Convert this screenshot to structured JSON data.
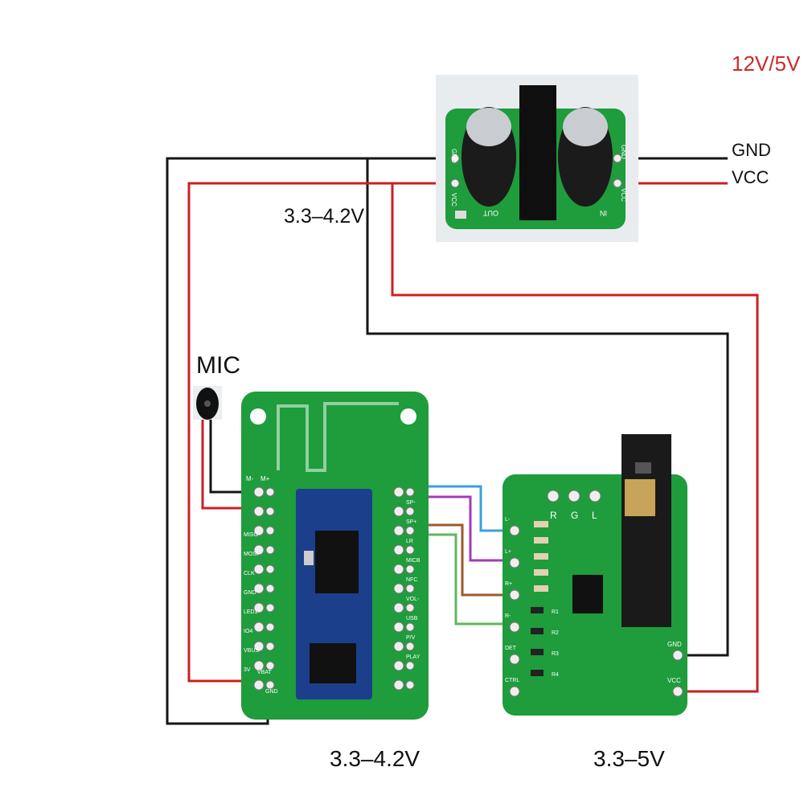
{
  "labels": {
    "supply_voltage": "12V/5V",
    "gnd": "GND",
    "vcc": "VCC",
    "regulator_output": "3.3–4.2V",
    "mic": "MIC",
    "bt_module_voltage": "3.3–4.2V",
    "amp_voltage": "3.3–5V"
  },
  "regulator_silk": {
    "gnd_left": "GND",
    "vcc_left": "VCC",
    "out": "OUT",
    "in": "IN",
    "gnd_right": "GND",
    "vcc_right": "VCC"
  },
  "bt_board_silk": {
    "mic_neg": "M-",
    "mic_pos": "M+",
    "left_pins": [
      "MISO",
      "MOSI",
      "CLK",
      "GND",
      "LED1",
      "IO4",
      "VBUS",
      "3V"
    ],
    "right_pins": [
      "SP-",
      "SP+",
      "LR",
      "MICB",
      "NFC",
      "VOL-",
      "USB",
      "P/V",
      "PLAY"
    ],
    "bottom_left": "VBAT",
    "bottom_right": "GND"
  },
  "amp_board_silk": {
    "top": [
      "R",
      "G",
      "L"
    ],
    "left": [
      "L-",
      "L+",
      "R+",
      "R-",
      "DET",
      "CTRL"
    ],
    "resistors": [
      "R1",
      "R2",
      "R3",
      "R4"
    ],
    "power": [
      "GND",
      "VCC"
    ]
  },
  "colors": {
    "wire_black": "#151515",
    "wire_red": "#cc2020",
    "wire_blue": "#3aa0d8",
    "wire_purple": "#a23bb5",
    "wire_brown": "#9a5a2c",
    "wire_green": "#5cb85c",
    "pcb_green": "#1f9c3c",
    "chip": "#111111"
  }
}
